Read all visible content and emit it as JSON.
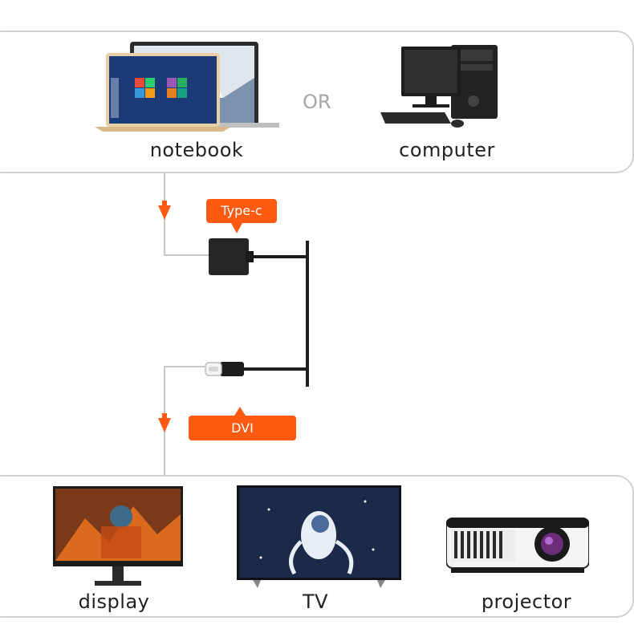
{
  "sources": {
    "notebook_label": "notebook",
    "or_label": "OR",
    "computer_label": "computer"
  },
  "connector": {
    "input_tag": "Type-c",
    "output_tag": "DVI"
  },
  "targets": {
    "display_label": "display",
    "tv_label": "TV",
    "projector_label": "projector"
  },
  "colors": {
    "accent": "#ff5a12",
    "line": "#c8c8c8",
    "panel_border": "#d2d2d2"
  }
}
